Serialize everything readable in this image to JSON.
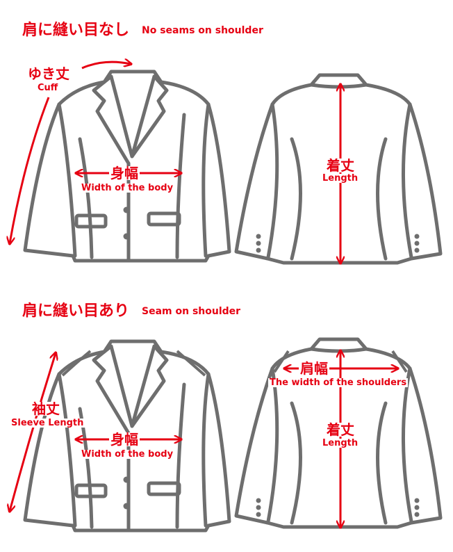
{
  "colors": {
    "accent": "#e60012",
    "garment": "#6e6e6e"
  },
  "sections": [
    {
      "title_jp": "肩に縫い目なし",
      "title_en": "No seams on shoulder",
      "front": {
        "measure_jp": "ゆき丈",
        "measure_en": "Cuff",
        "body_jp": "身幅",
        "body_en": "Width of the body"
      },
      "back": {
        "length_jp": "着丈",
        "length_en": "Length"
      }
    },
    {
      "title_jp": "肩に縫い目あり",
      "title_en": "Seam on shoulder",
      "front": {
        "measure_jp": "袖丈",
        "measure_en": "Sleeve Length",
        "body_jp": "身幅",
        "body_en": "Width of the body"
      },
      "back": {
        "shoulder_jp": "肩幅",
        "shoulder_en": "The width of the shoulders",
        "length_jp": "着丈",
        "length_en": "Length"
      }
    }
  ]
}
